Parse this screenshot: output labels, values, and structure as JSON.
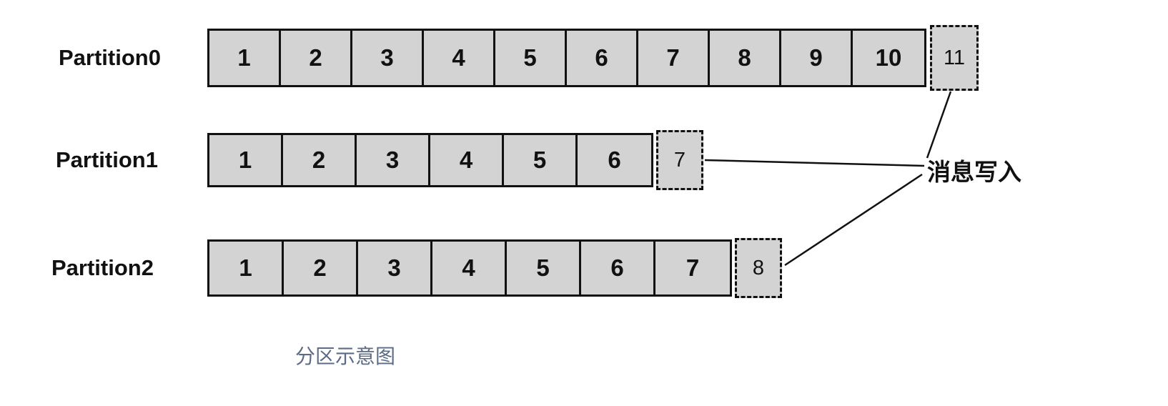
{
  "diagram": {
    "partitions": [
      {
        "label": "Partition0",
        "cells": [
          "1",
          "2",
          "3",
          "4",
          "5",
          "6",
          "7",
          "8",
          "9",
          "10"
        ],
        "pending": "11"
      },
      {
        "label": "Partition1",
        "cells": [
          "1",
          "2",
          "3",
          "4",
          "5",
          "6"
        ],
        "pending": "7"
      },
      {
        "label": "Partition2",
        "cells": [
          "1",
          "2",
          "3",
          "4",
          "5",
          "6",
          "7"
        ],
        "pending": "8"
      }
    ],
    "annotation": "消息写入",
    "caption": "分区示意图",
    "colors": {
      "cell_fill": "#d3d3d3",
      "line": "#111111",
      "caption_text": "#5c6c86"
    }
  }
}
